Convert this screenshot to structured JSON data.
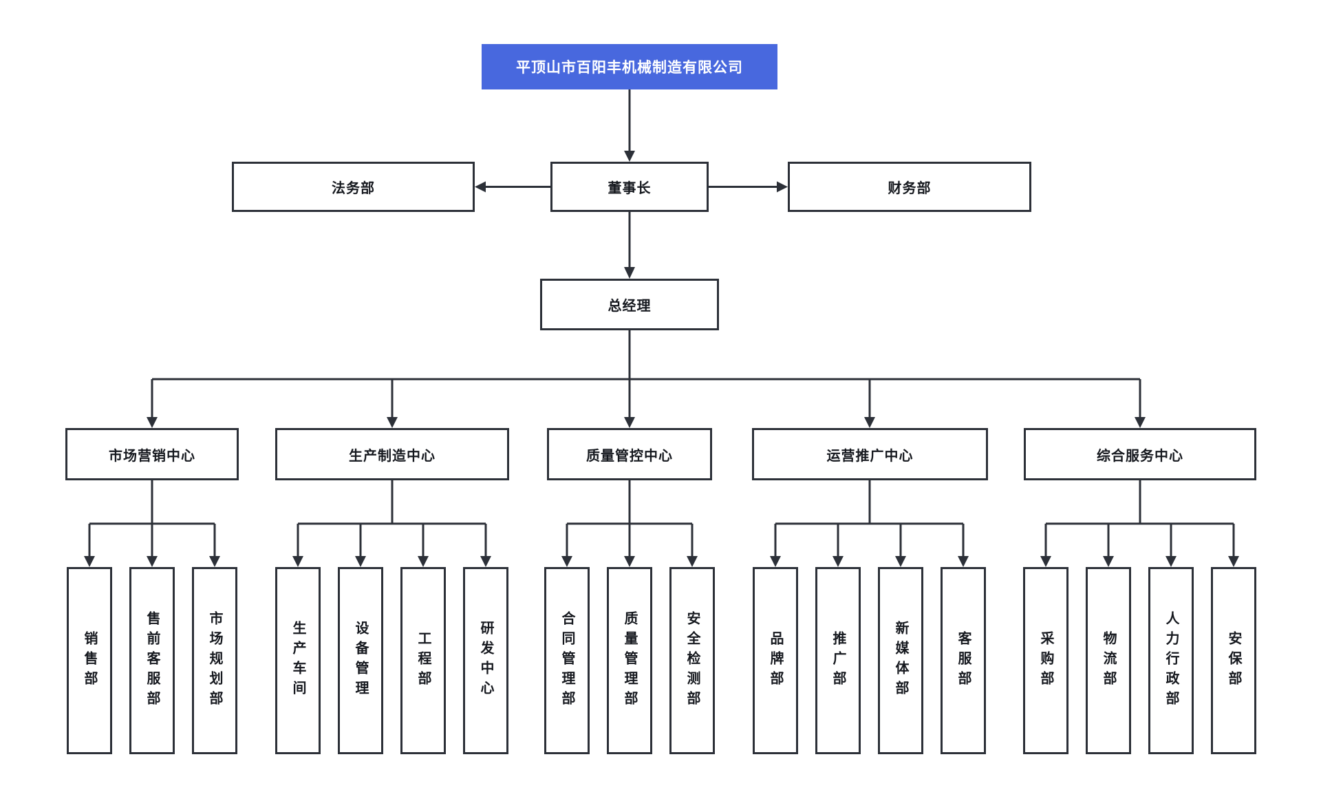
{
  "org": {
    "root": {
      "label": "平顶山市百阳丰机械制造有限公司"
    },
    "level2": {
      "left": {
        "label": "法务部"
      },
      "center": {
        "label": "董事长"
      },
      "right": {
        "label": "财务部"
      }
    },
    "level3": {
      "label": "总经理"
    },
    "centers": [
      {
        "label": "市场营销中心",
        "children": [
          "销售部",
          "售前客服部",
          "市场规划部"
        ]
      },
      {
        "label": "生产制造中心",
        "children": [
          "生产车间",
          "设备管理",
          "工程部",
          "研发中心"
        ]
      },
      {
        "label": "质量管控中心",
        "children": [
          "合同管理部",
          "质量管理部",
          "安全检测部"
        ]
      },
      {
        "label": "运营推广中心",
        "children": [
          "品牌部",
          "推广部",
          "新媒体部",
          "客服部"
        ]
      },
      {
        "label": "综合服务中心",
        "children": [
          "采购部",
          "物流部",
          "人力行政部",
          "安保部"
        ]
      }
    ],
    "colors": {
      "accent_blue": "#4868de",
      "line": "#2c3038",
      "node_text": "#15181e",
      "root_text": "#ffffff",
      "background": "#ffffff"
    }
  }
}
